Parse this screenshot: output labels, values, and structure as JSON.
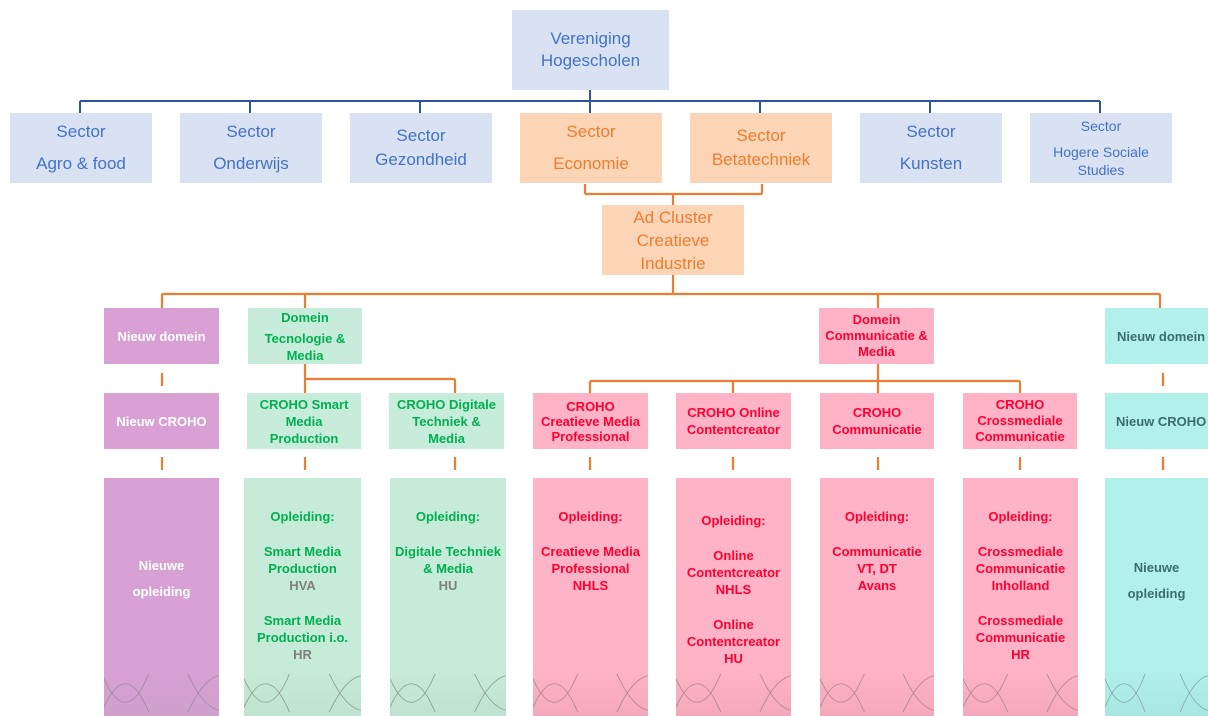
{
  "root": {
    "line1": "Vereniging",
    "line2": "Hogescholen"
  },
  "sectors": [
    {
      "line1": "Sector",
      "line2": "Agro & food"
    },
    {
      "line1": "Sector",
      "line2": "Onderwijs"
    },
    {
      "line1": "Sector",
      "line2": "Gezondheid"
    },
    {
      "line1": "Sector",
      "line2": "Economie"
    },
    {
      "line1": "Sector",
      "line2": "Betatechniek"
    },
    {
      "line1": "Sector",
      "line2": "Kunsten"
    },
    {
      "line1": "Sector",
      "line2": "Hogere Sociale Studies"
    }
  ],
  "cluster": {
    "line1": "Ad Cluster",
    "line2": "Creatieve",
    "line3": "Industrie"
  },
  "domains": {
    "new_left": "Nieuw domein",
    "tech": {
      "line1": "Domein",
      "line2": "Tecnologie & Media"
    },
    "comm": {
      "line1": "Domein",
      "line2": "Communicatie & Media"
    },
    "new_right": "Nieuw domein"
  },
  "crohos": {
    "new_left": "Nieuw CROHO",
    "smart": "CROHO Smart Media Production",
    "digitale": "CROHO Digitale Techniek & Media",
    "creatieve": "CROHO Creatieve Media Professional",
    "online": "CROHO Online Contentcreator",
    "communicatie": "CROHO Communicatie",
    "crossmediale": "CROHO Crossmediale Communicatie",
    "new_right": "Nieuw CROHO"
  },
  "programs": {
    "new_left": {
      "l1": "Nieuwe",
      "l2": "opleiding"
    },
    "smart": {
      "head": "Opleiding:",
      "a1": "Smart Media Production",
      "a2": "HVA",
      "b1": "Smart Media Production i.o.",
      "b2": "HR"
    },
    "digitale": {
      "head": "Opleiding:",
      "a1": "Digitale Techniek & Media",
      "a2": "HU"
    },
    "creatieve": {
      "head": "Opleiding:",
      "a1": "Creatieve Media Professional",
      "a2": "NHLS"
    },
    "online": {
      "head": "Opleiding:",
      "a1": "Online Contentcreator",
      "a2": "NHLS",
      "b1": "Online Contentcreator",
      "b2": "HU"
    },
    "communicatie": {
      "head": "Opleiding:",
      "a1": "Communicatie",
      "a2": "VT, DT",
      "a3": "Avans"
    },
    "crossmediale": {
      "head": "Opleiding:",
      "a1": "Crossmediale Communicatie",
      "a2": "Inholland",
      "b1": "Crossmediale Communicatie",
      "b2": "HR"
    },
    "new_right": {
      "l1": "Nieuwe",
      "l2": "opleiding"
    }
  },
  "colors": {
    "blue_line": "#2f5597",
    "orange_line": "#ed7d31"
  }
}
